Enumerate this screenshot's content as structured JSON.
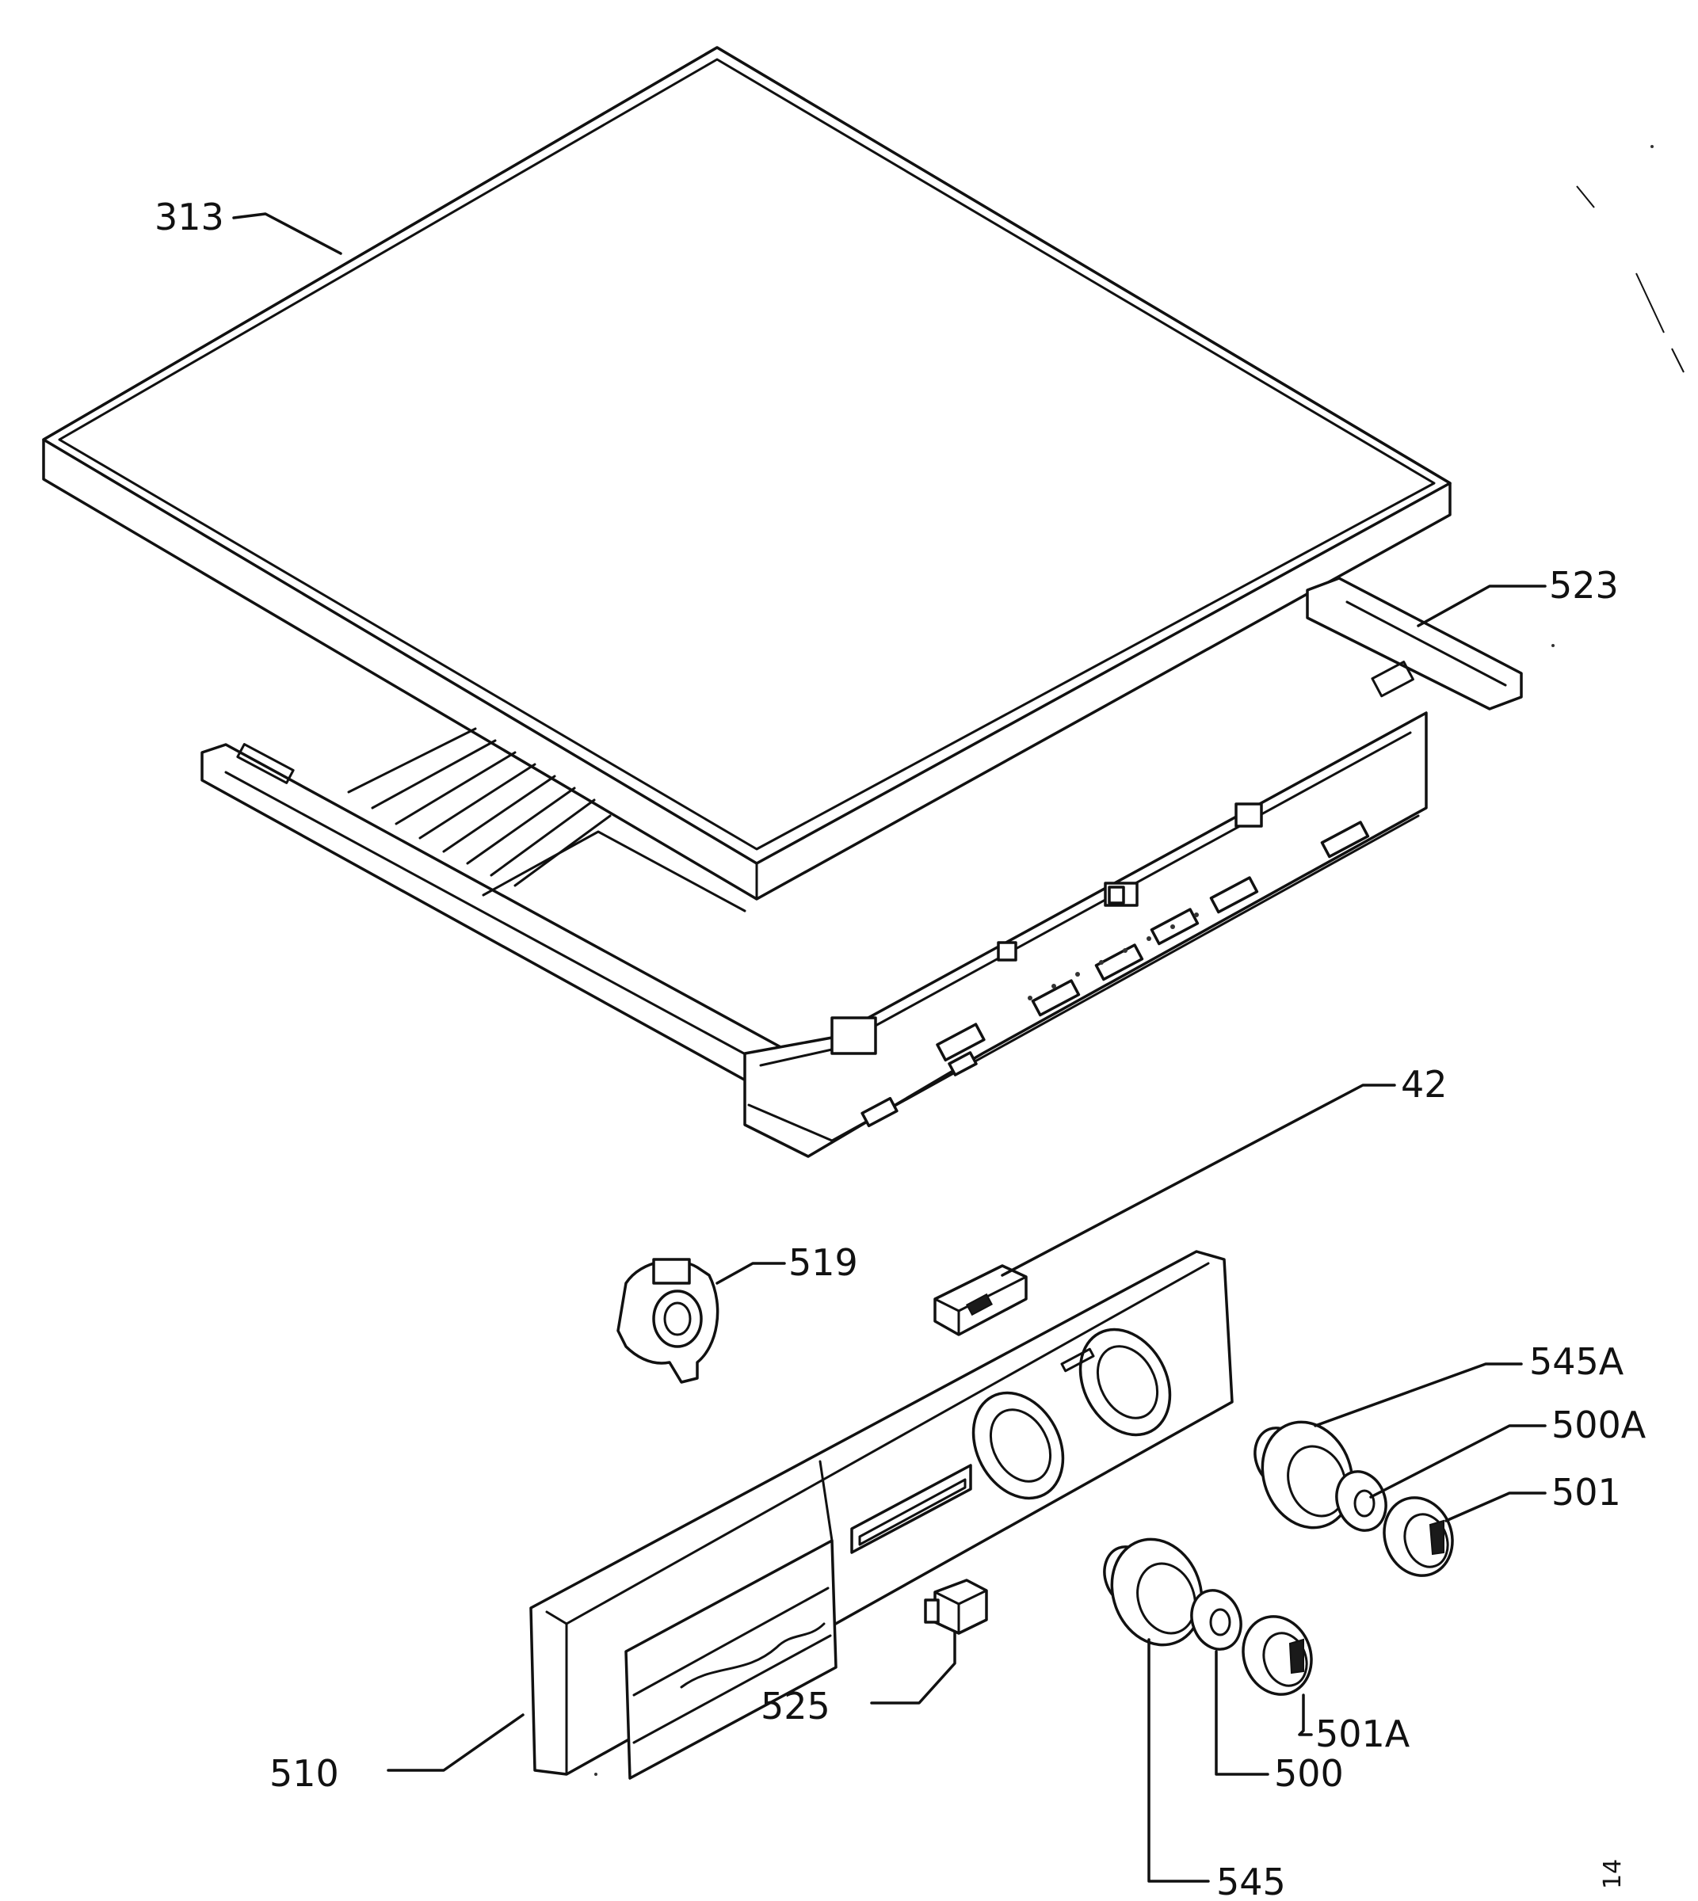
{
  "callouts": [
    {
      "id": "313",
      "label": "313"
    },
    {
      "id": "523",
      "label": "523"
    },
    {
      "id": "42",
      "label": "42"
    },
    {
      "id": "519",
      "label": "519"
    },
    {
      "id": "545A",
      "label": "545A"
    },
    {
      "id": "500A",
      "label": "500A"
    },
    {
      "id": "501",
      "label": "501"
    },
    {
      "id": "525",
      "label": "525"
    },
    {
      "id": "510",
      "label": "510"
    },
    {
      "id": "501A",
      "label": "501A"
    },
    {
      "id": "500",
      "label": "500"
    },
    {
      "id": "545",
      "label": "545"
    }
  ],
  "corner_stamp": "14"
}
